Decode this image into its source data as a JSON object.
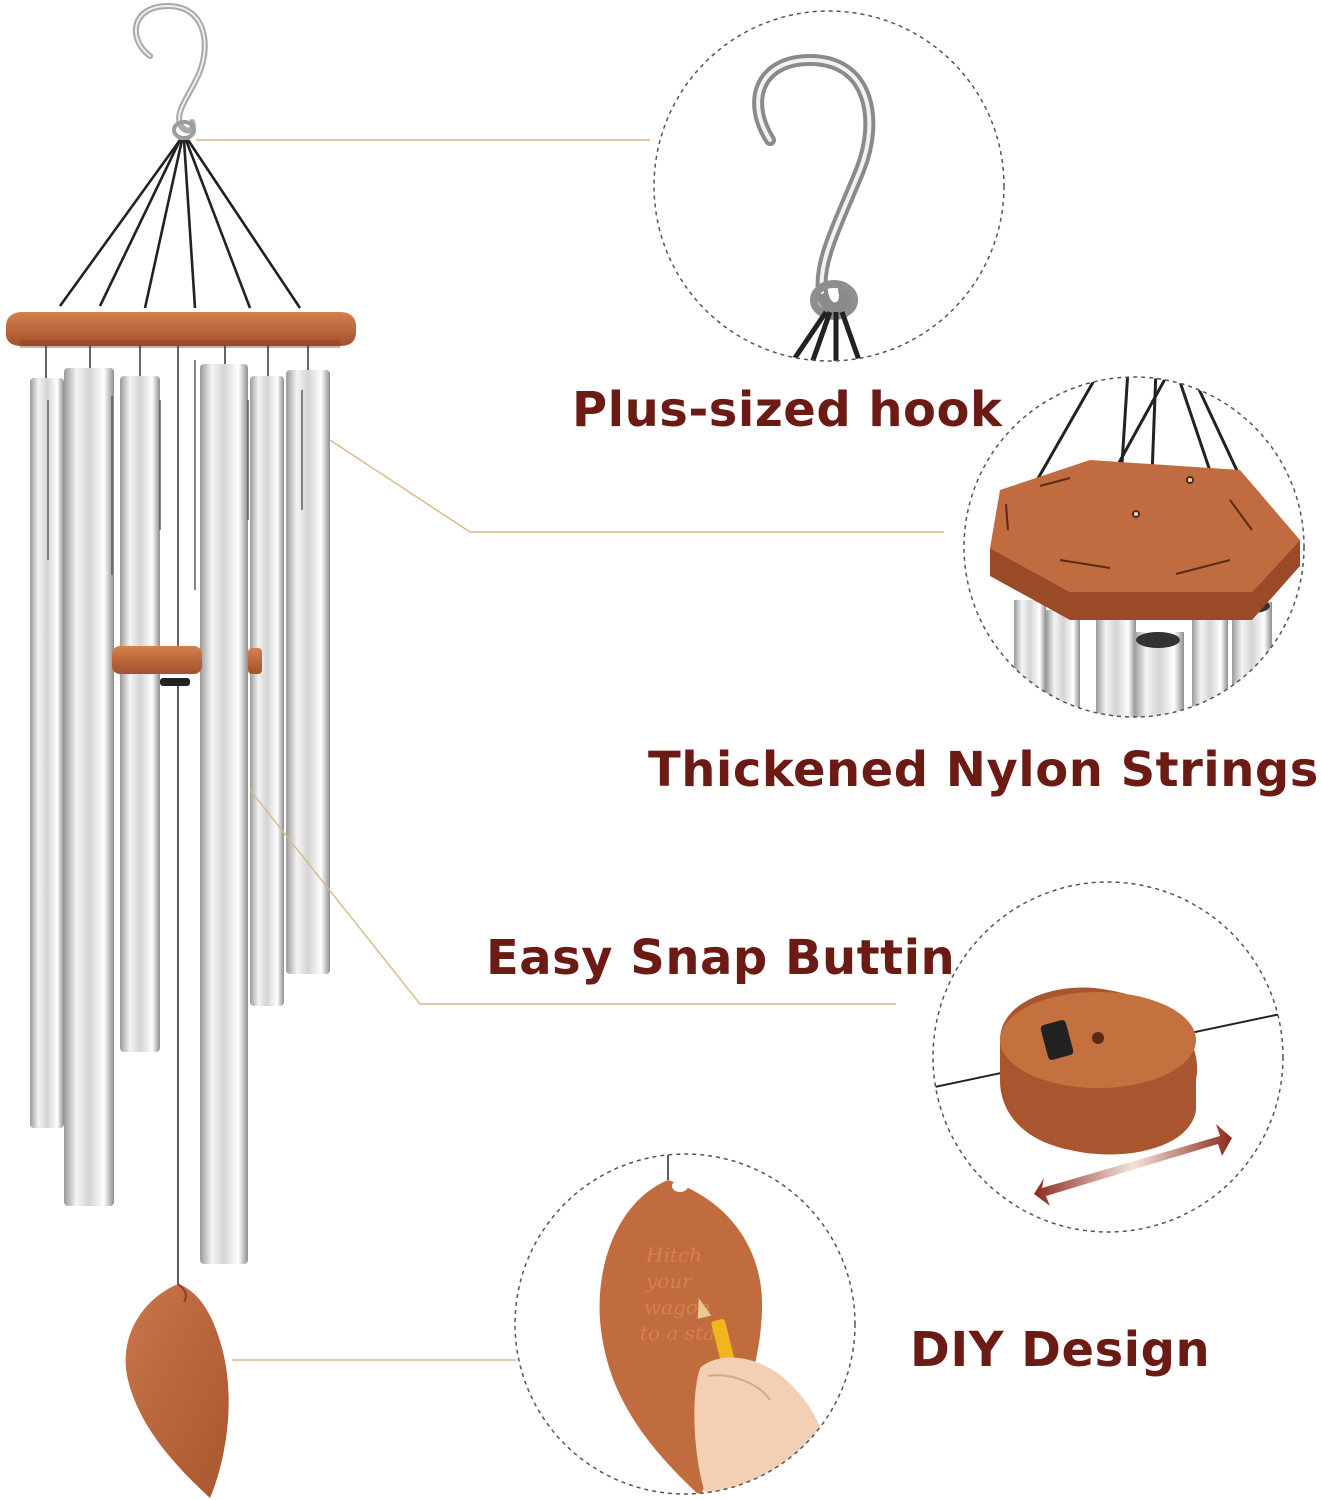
{
  "product": "wind chime",
  "features": [
    {
      "id": "hook",
      "label": "Plus-sized hook",
      "icon": "hook-icon"
    },
    {
      "id": "strings",
      "label": "Thickened Nylon Strings",
      "icon": "wooden-top-icon"
    },
    {
      "id": "snap",
      "label": "Easy Snap Buttin",
      "icon": "snap-button-icon"
    },
    {
      "id": "diy",
      "label": "DIY Design",
      "icon": "leaf-sail-icon"
    }
  ],
  "sail_engraving": [
    "Hitch",
    "your",
    "wagon",
    "to a star"
  ],
  "colors": {
    "label": "#6b1a14",
    "wood": "#b8623a",
    "metal": "#c8c8c8",
    "leader_line": "#d9b98a",
    "circle_border": "#555555"
  }
}
